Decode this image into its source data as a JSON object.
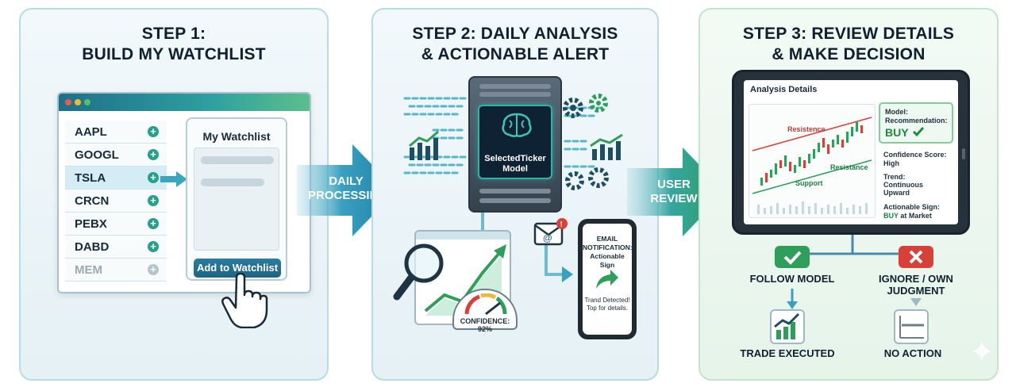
{
  "colors": {
    "teal": "#2a9bb0",
    "green": "#2e9f5a",
    "red": "#d8403a",
    "navy": "#1d6384"
  },
  "step1": {
    "title_line1": "STEP 1:",
    "title_line2": "BUILD MY WATCHLIST",
    "tickers": [
      "AAPL",
      "GOOGL",
      "TSLA",
      "CRCN",
      "PEBX",
      "DABD",
      "MEM"
    ],
    "watchlist_title": "My Watchlist",
    "add_button": "Add to Watchlist"
  },
  "arrow1": {
    "line1": "DAILY",
    "line2": "PROCESSING"
  },
  "step2": {
    "title_line1": "STEP 2: DAILY ANALYSIS",
    "title_line2": "& ACTIONABLE ALERT",
    "model_line1": "SelectedTicker",
    "model_line2": "Model",
    "confidence": "CONFIDENCE: 92%",
    "email_line1": "EMAIL",
    "email_line2": "NOTIFICATION:",
    "email_line3": "Actionable Sign",
    "phone_line1": "Trand Detected!",
    "phone_line2": "Top for details."
  },
  "arrow2": {
    "line1": "USER",
    "line2": "REVIEW"
  },
  "step3": {
    "title_line1": "STEP 3: REVIEW DETAILS",
    "title_line2": "& MAKE DECISION",
    "analysis_title": "Analysis Details",
    "resistance_top": "Resistence",
    "resistance": "Resistance",
    "support": "Support",
    "model_label": "Model:",
    "recommendation_label": "Recommendation:",
    "recommendation_value": "BUY",
    "confidence_label": "Confidence Score:",
    "confidence_value": "High",
    "trend_label": "Trend:",
    "trend_value1": "Continuous",
    "trend_value2": "Upward",
    "signal_label": "Actionable Sign:",
    "signal_buy": "BUY",
    "signal_rest": "at Market",
    "follow": "FOLLOW MODEL",
    "ignore_line1": "IGNORE / OWN",
    "ignore_line2": "JUDGMENT",
    "trade": "TRADE EXECUTED",
    "no_action": "NO ACTION"
  }
}
